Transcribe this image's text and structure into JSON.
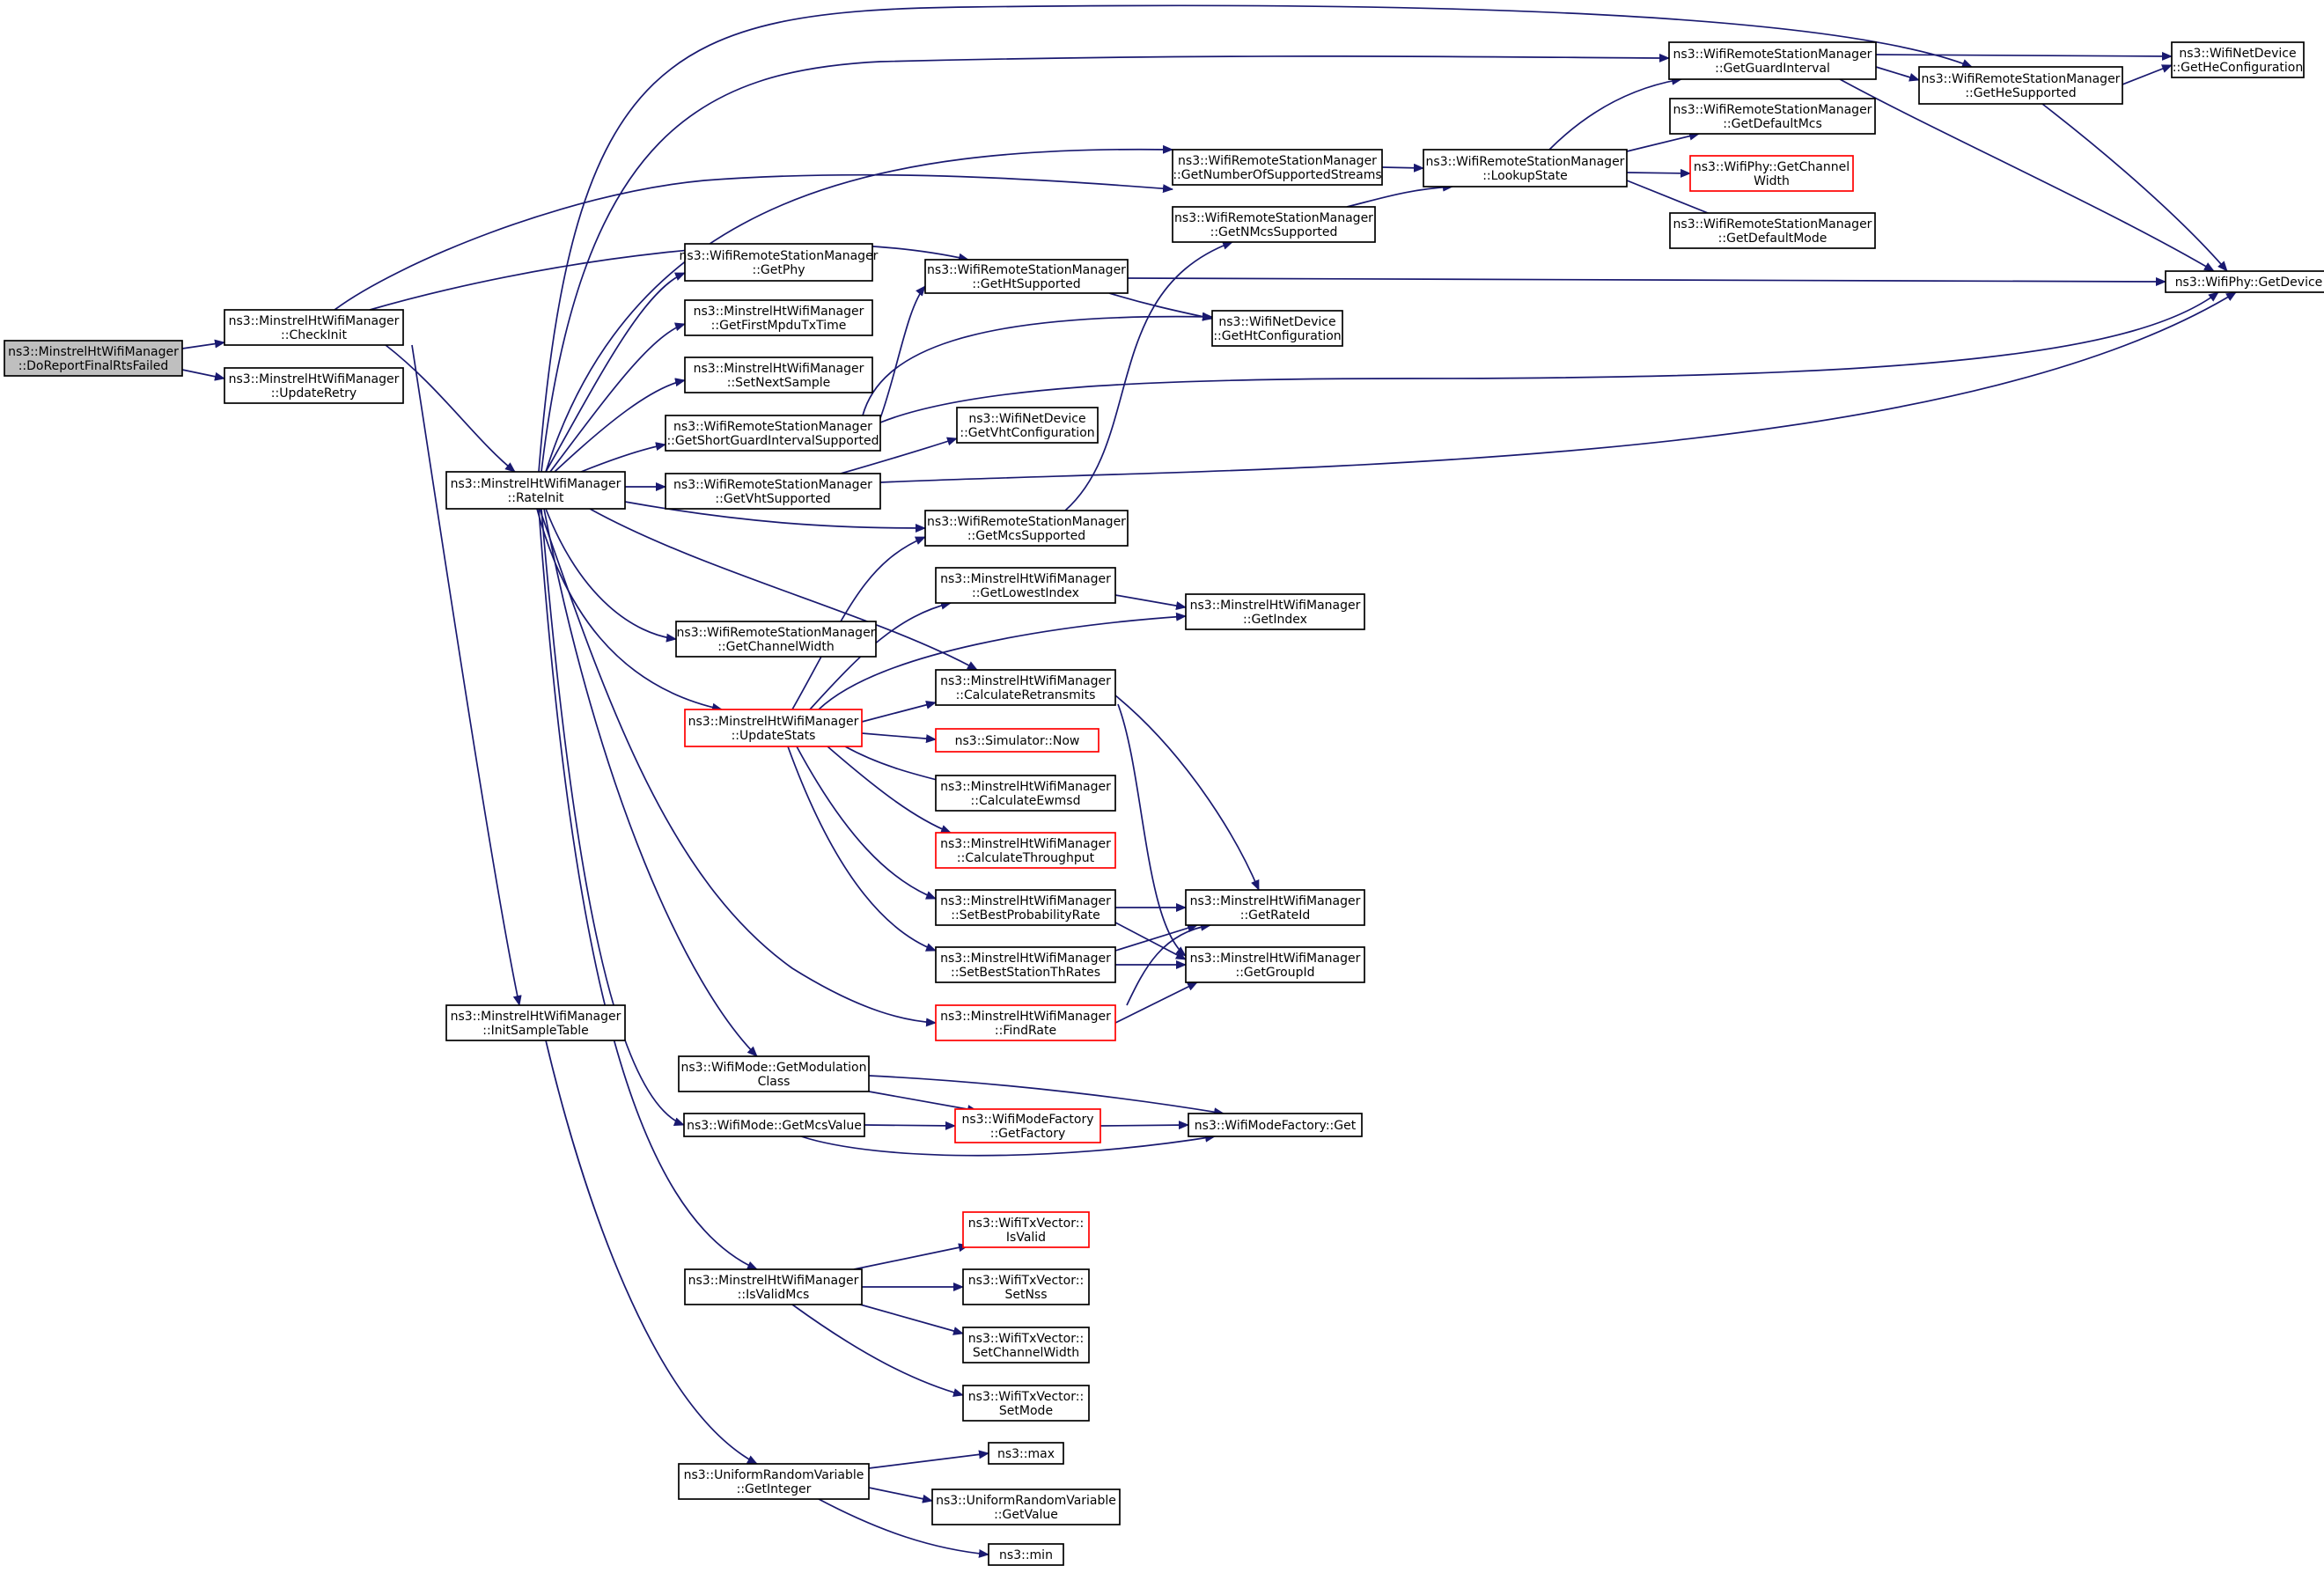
{
  "colors": {
    "edge": "#191970",
    "root_fill": "#bfbfbf",
    "truncated_border": "#ff0000",
    "node_border": "#000000"
  },
  "nodes": [
    {
      "id": "root",
      "lines": [
        "ns3::MinstrelHtWifiManager",
        "::DoReportFinalRtsFailed"
      ],
      "kind": "root"
    },
    {
      "id": "checkinit",
      "lines": [
        "ns3::MinstrelHtWifiManager",
        "::CheckInit"
      ]
    },
    {
      "id": "updateretry",
      "lines": [
        "ns3::MinstrelHtWifiManager",
        "::UpdateRetry"
      ]
    },
    {
      "id": "rateinit",
      "lines": [
        "ns3::MinstrelHtWifiManager",
        "::RateInit"
      ]
    },
    {
      "id": "initsample",
      "lines": [
        "ns3::MinstrelHtWifiManager",
        "::InitSampleTable"
      ]
    },
    {
      "id": "getphy",
      "lines": [
        "ns3::WifiRemoteStationManager",
        "::GetPhy"
      ]
    },
    {
      "id": "getfirstmpdu",
      "lines": [
        "ns3::MinstrelHtWifiManager",
        "::GetFirstMpduTxTime"
      ]
    },
    {
      "id": "setnextsample",
      "lines": [
        "ns3::MinstrelHtWifiManager",
        "::SetNextSample"
      ]
    },
    {
      "id": "getsgi",
      "lines": [
        "ns3::WifiRemoteStationManager",
        "::GetShortGuardIntervalSupported"
      ]
    },
    {
      "id": "getvht",
      "lines": [
        "ns3::WifiRemoteStationManager",
        "::GetVhtSupported"
      ]
    },
    {
      "id": "getchanwidth",
      "lines": [
        "ns3::WifiRemoteStationManager",
        "::GetChannelWidth"
      ]
    },
    {
      "id": "updatestats",
      "lines": [
        "ns3::MinstrelHtWifiManager",
        "::UpdateStats"
      ],
      "kind": "trunc"
    },
    {
      "id": "getmodclass",
      "lines": [
        "ns3::WifiMode::GetModulation",
        "Class"
      ]
    },
    {
      "id": "getmcsvalue",
      "lines": [
        "ns3::WifiMode::GetMcsValue"
      ]
    },
    {
      "id": "isvalidmcs",
      "lines": [
        "ns3::MinstrelHtWifiManager",
        "::IsValidMcs"
      ]
    },
    {
      "id": "getinteger",
      "lines": [
        "ns3::UniformRandomVariable",
        "::GetInteger"
      ]
    },
    {
      "id": "getnumstreams",
      "lines": [
        "ns3::WifiRemoteStationManager",
        "::GetNumberOfSupportedStreams"
      ]
    },
    {
      "id": "getnmcs",
      "lines": [
        "ns3::WifiRemoteStationManager",
        "::GetNMcsSupported"
      ]
    },
    {
      "id": "getht",
      "lines": [
        "ns3::WifiRemoteStationManager",
        "::GetHtSupported"
      ]
    },
    {
      "id": "getvhtconf",
      "lines": [
        "ns3::WifiNetDevice",
        "::GetVhtConfiguration"
      ]
    },
    {
      "id": "getmcssupp",
      "lines": [
        "ns3::WifiRemoteStationManager",
        "::GetMcsSupported"
      ]
    },
    {
      "id": "getlowest",
      "lines": [
        "ns3::MinstrelHtWifiManager",
        "::GetLowestIndex"
      ]
    },
    {
      "id": "calcretrans",
      "lines": [
        "ns3::MinstrelHtWifiManager",
        "::CalculateRetransmits"
      ]
    },
    {
      "id": "simnow",
      "lines": [
        "ns3::Simulator::Now"
      ],
      "kind": "trunc"
    },
    {
      "id": "calcewmsd",
      "lines": [
        "ns3::MinstrelHtWifiManager",
        "::CalculateEwmsd"
      ]
    },
    {
      "id": "calcthru",
      "lines": [
        "ns3::MinstrelHtWifiManager",
        "::CalculateThroughput"
      ],
      "kind": "trunc"
    },
    {
      "id": "setbestprob",
      "lines": [
        "ns3::MinstrelHtWifiManager",
        "::SetBestProbabilityRate"
      ]
    },
    {
      "id": "setbestth",
      "lines": [
        "ns3::MinstrelHtWifiManager",
        "::SetBestStationThRates"
      ]
    },
    {
      "id": "findrate",
      "lines": [
        "ns3::MinstrelHtWifiManager",
        "::FindRate"
      ],
      "kind": "trunc"
    },
    {
      "id": "getfactory",
      "lines": [
        "ns3::WifiModeFactory",
        "::GetFactory"
      ],
      "kind": "trunc"
    },
    {
      "id": "txvalid",
      "lines": [
        "ns3::WifiTxVector::",
        "IsValid"
      ],
      "kind": "trunc"
    },
    {
      "id": "txsetnss",
      "lines": [
        "ns3::WifiTxVector::",
        "SetNss"
      ]
    },
    {
      "id": "txsetchan",
      "lines": [
        "ns3::WifiTxVector::",
        "SetChannelWidth"
      ]
    },
    {
      "id": "txsetmode",
      "lines": [
        "ns3::WifiTxVector::",
        "SetMode"
      ]
    },
    {
      "id": "max",
      "lines": [
        "ns3::max"
      ]
    },
    {
      "id": "getvalue",
      "lines": [
        "ns3::UniformRandomVariable",
        "::GetValue"
      ]
    },
    {
      "id": "min",
      "lines": [
        "ns3::min"
      ]
    },
    {
      "id": "lookupstate",
      "lines": [
        "ns3::WifiRemoteStationManager",
        "::LookupState"
      ]
    },
    {
      "id": "gethtconf",
      "lines": [
        "ns3::WifiNetDevice",
        "::GetHtConfiguration"
      ]
    },
    {
      "id": "getindex",
      "lines": [
        "ns3::MinstrelHtWifiManager",
        "::GetIndex"
      ]
    },
    {
      "id": "getrateid",
      "lines": [
        "ns3::MinstrelHtWifiManager",
        "::GetRateId"
      ]
    },
    {
      "id": "getgroupid",
      "lines": [
        "ns3::MinstrelHtWifiManager",
        "::GetGroupId"
      ]
    },
    {
      "id": "factoryget",
      "lines": [
        "ns3::WifiModeFactory::Get"
      ]
    },
    {
      "id": "getgi",
      "lines": [
        "ns3::WifiRemoteStationManager",
        "::GetGuardInterval"
      ]
    },
    {
      "id": "getdefmcs",
      "lines": [
        "ns3::WifiRemoteStationManager",
        "::GetDefaultMcs"
      ]
    },
    {
      "id": "getchanwidthphy",
      "lines": [
        "ns3::WifiPhy::GetChannel",
        "Width"
      ],
      "kind": "trunc"
    },
    {
      "id": "getdefmode",
      "lines": [
        "ns3::WifiRemoteStationManager",
        "::GetDefaultMode"
      ]
    },
    {
      "id": "gethe",
      "lines": [
        "ns3::WifiRemoteStationManager",
        "::GetHeSupported"
      ]
    },
    {
      "id": "gethecfg",
      "lines": [
        "ns3::WifiNetDevice",
        "::GetHeConfiguration"
      ]
    },
    {
      "id": "getdevice",
      "lines": [
        "ns3::WifiPhy::GetDevice"
      ]
    }
  ],
  "edges": [
    [
      "root",
      "checkinit"
    ],
    [
      "root",
      "updateretry"
    ],
    [
      "checkinit",
      "rateinit"
    ],
    [
      "checkinit",
      "initsample"
    ],
    [
      "checkinit",
      "getnmcs"
    ],
    [
      "checkinit",
      "getht"
    ],
    [
      "rateinit",
      "getphy"
    ],
    [
      "rateinit",
      "getfirstmpdu"
    ],
    [
      "rateinit",
      "setnextsample"
    ],
    [
      "rateinit",
      "getsgi"
    ],
    [
      "rateinit",
      "getvht"
    ],
    [
      "rateinit",
      "getchanwidth"
    ],
    [
      "rateinit",
      "updatestats"
    ],
    [
      "rateinit",
      "getmodclass"
    ],
    [
      "rateinit",
      "getmcsvalue"
    ],
    [
      "rateinit",
      "isvalidmcs"
    ],
    [
      "rateinit",
      "getnumstreams"
    ],
    [
      "rateinit",
      "getgi"
    ],
    [
      "rateinit",
      "gethe"
    ],
    [
      "rateinit",
      "getmcssupp"
    ],
    [
      "rateinit",
      "calcretrans"
    ],
    [
      "rateinit",
      "findrate"
    ],
    [
      "initsample",
      "getinteger"
    ],
    [
      "getsgi",
      "getht"
    ],
    [
      "getsgi",
      "gethtconf"
    ],
    [
      "getsgi",
      "getdevice"
    ],
    [
      "getvht",
      "getvhtconf"
    ],
    [
      "getvht",
      "getdevice"
    ],
    [
      "getht",
      "gethtconf"
    ],
    [
      "getht",
      "getdevice"
    ],
    [
      "getnumstreams",
      "lookupstate"
    ],
    [
      "getnmcs",
      "lookupstate"
    ],
    [
      "getmcssupp",
      "getnmcs"
    ],
    [
      "updatestats",
      "getmcssupp"
    ],
    [
      "updatestats",
      "getlowest"
    ],
    [
      "updatestats",
      "getindex"
    ],
    [
      "updatestats",
      "calcretrans"
    ],
    [
      "updatestats",
      "simnow"
    ],
    [
      "updatestats",
      "calcewmsd"
    ],
    [
      "updatestats",
      "calcthru"
    ],
    [
      "updatestats",
      "setbestprob"
    ],
    [
      "updatestats",
      "setbestth"
    ],
    [
      "getlowest",
      "getindex"
    ],
    [
      "calcretrans",
      "getrateid"
    ],
    [
      "calcretrans",
      "getgroupid"
    ],
    [
      "setbestprob",
      "getrateid"
    ],
    [
      "setbestprob",
      "getgroupid"
    ],
    [
      "setbestth",
      "getrateid"
    ],
    [
      "setbestth",
      "getgroupid"
    ],
    [
      "findrate",
      "getrateid"
    ],
    [
      "findrate",
      "getgroupid"
    ],
    [
      "getmodclass",
      "getfactory"
    ],
    [
      "getmodclass",
      "factoryget"
    ],
    [
      "getmcsvalue",
      "getfactory"
    ],
    [
      "getmcsvalue",
      "factoryget"
    ],
    [
      "getfactory",
      "factoryget"
    ],
    [
      "isvalidmcs",
      "txvalid"
    ],
    [
      "isvalidmcs",
      "txsetnss"
    ],
    [
      "isvalidmcs",
      "txsetchan"
    ],
    [
      "isvalidmcs",
      "txsetmode"
    ],
    [
      "getinteger",
      "max"
    ],
    [
      "getinteger",
      "getvalue"
    ],
    [
      "getinteger",
      "min"
    ],
    [
      "lookupstate",
      "getgi"
    ],
    [
      "lookupstate",
      "getdefmcs"
    ],
    [
      "lookupstate",
      "getchanwidthphy"
    ],
    [
      "lookupstate",
      "getdefmode"
    ],
    [
      "getgi",
      "gethe"
    ],
    [
      "getgi",
      "gethecfg"
    ],
    [
      "getgi",
      "getdevice"
    ],
    [
      "gethe",
      "gethecfg"
    ],
    [
      "gethe",
      "getdevice"
    ]
  ]
}
